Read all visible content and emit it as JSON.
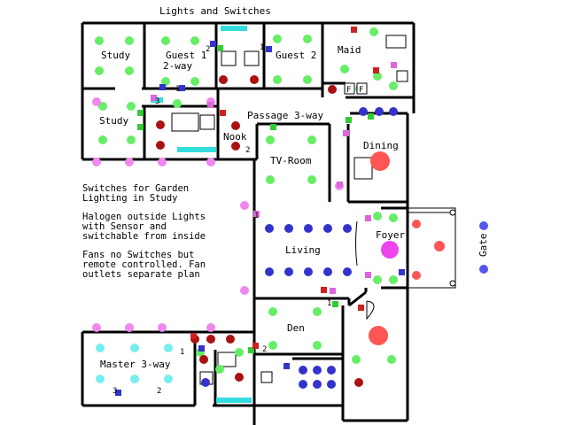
{
  "title": "Lights and Switches",
  "notes": [
    "Switches for Garden\nLighting in Study",
    "Halogen outside Lights\nwith Sensor and\nswitchable from inside",
    "Fans no Switches but\nremote controlled. Fan\noutlets separate plan"
  ],
  "rooms": {
    "study_top": "Study",
    "guest1": "Guest 1\n2-way",
    "guest2": "Guest 2",
    "maid": "Maid",
    "study_bottom": "Study",
    "passage": "Passage 3-way",
    "nook": "Nook",
    "dining": "Dining",
    "tv_room": "TV-Room",
    "foyer": "Foyer",
    "living": "Living",
    "gate": "Gate",
    "den": "Den",
    "master": "Master 3-way"
  },
  "switch_labels": [
    "2",
    "1",
    "1",
    "3",
    "2",
    "1",
    "1",
    "2",
    "1",
    "3",
    "2"
  ],
  "fridge_labels": [
    "F",
    "F"
  ],
  "colors": {
    "ceiling_light": "#66ee66",
    "halogen_outdoor": "#ee88ee",
    "downlight_red": "#aa1111",
    "dining_lamp": "#ff5555",
    "foyer_lamp": "#ee44ee",
    "fan_blue": "#3333cc",
    "gate_light": "#5555ee",
    "master_light": "#77eeee",
    "fluorescent": "#33dddd",
    "switch_blue": "#3333cc",
    "switch_green": "#33cc33",
    "switch_pink": "#dd66dd",
    "switch_red": "#cc2222",
    "wall": "#000000"
  }
}
